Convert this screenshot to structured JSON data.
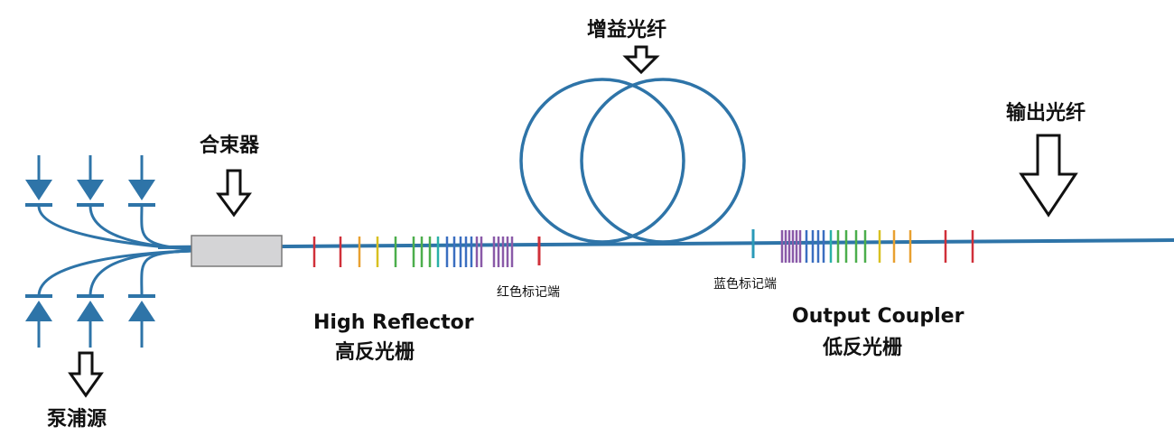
{
  "labels": {
    "pump_source": "泵浦源",
    "combiner": "合束器",
    "gain_fiber": "增益光纤",
    "output_fiber": "输出光纤",
    "red_marker_end": "红色标记端",
    "blue_marker_end": "蓝色标记端",
    "high_reflector_en": "High Reflector",
    "high_reflector_cn": "高反光栅",
    "output_coupler_en": "Output Coupler",
    "output_coupler_cn": "低反光栅"
  },
  "colors": {
    "fiber": "#2e74a8",
    "diode": "#2e74a8",
    "combiner_fill": "#d4d4d6",
    "combiner_stroke": "#7a7a7a",
    "text": "#111111",
    "red": "#d0303a",
    "orange": "#e8a030",
    "yellow": "#d8c020",
    "green": "#4cae4c",
    "teal": "#2ab0a8",
    "blue": "#3a6ec0",
    "purple": "#8a5aa8",
    "cyan": "#2a9ab8"
  },
  "gratings": {
    "high_reflector": [
      "red",
      "red",
      "orange",
      "yellow",
      "green",
      "green",
      "green",
      "green",
      "teal",
      "blue",
      "blue",
      "blue",
      "blue",
      "blue",
      "purple",
      "purple",
      "purple",
      "purple",
      "purple",
      "purple",
      "purple"
    ],
    "red_marker": "red",
    "blue_marker": "cyan",
    "output_coupler": [
      "purple",
      "purple",
      "purple",
      "purple",
      "purple",
      "purple",
      "blue",
      "blue",
      "blue",
      "blue",
      "teal",
      "green",
      "green",
      "green",
      "green",
      "yellow",
      "orange",
      "orange",
      "red",
      "red"
    ]
  }
}
